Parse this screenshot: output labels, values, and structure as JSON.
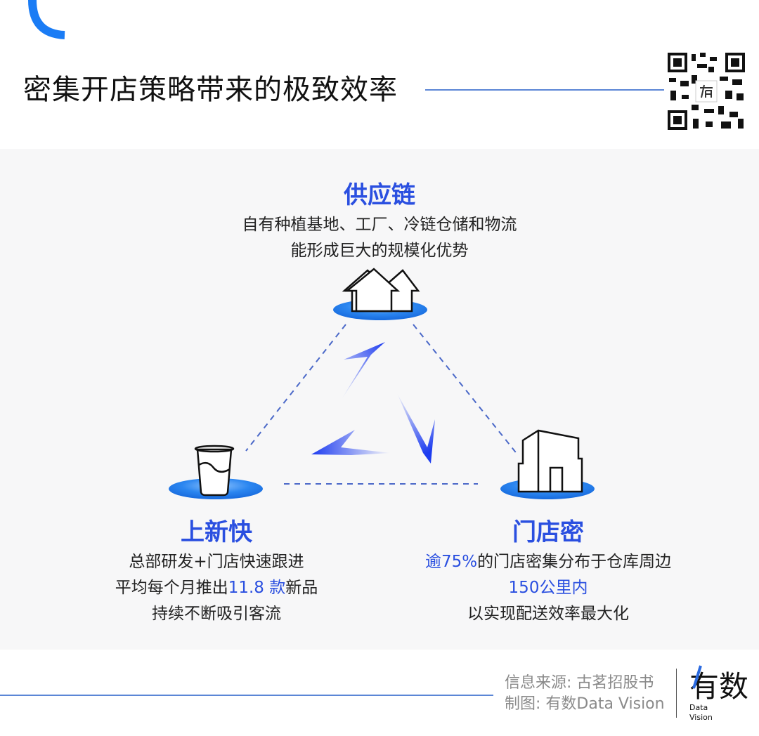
{
  "header": {
    "title": "密集开店策略带来的极致效率"
  },
  "nodes": {
    "supply": {
      "title": "供应链",
      "lines": [
        "自有种植基地、工厂、冷链仓储和物流",
        "能形成巨大的规模化优势"
      ]
    },
    "new_products": {
      "title": "上新快",
      "line1": "总部研发+门店快速跟进",
      "line2_pre": "平均每个月推出",
      "line2_hl": "11.8 款",
      "line2_post": "新品",
      "line3": "持续不断吸引客流"
    },
    "stores": {
      "title": "门店密",
      "line1_hl": "逾75%",
      "line1_post": "的门店密集分布于仓库周边",
      "line2_hl": "150公里内",
      "line3": "以实现配送效率最大化"
    }
  },
  "footer": {
    "source": "信息来源: 古茗招股书",
    "credit": "制图: 有数Data Vision",
    "logo_text": "有数 Data Vision"
  },
  "colors": {
    "accent": "#2a4fe0",
    "line": "#5b86d6",
    "panel": "#f7f7f8"
  }
}
